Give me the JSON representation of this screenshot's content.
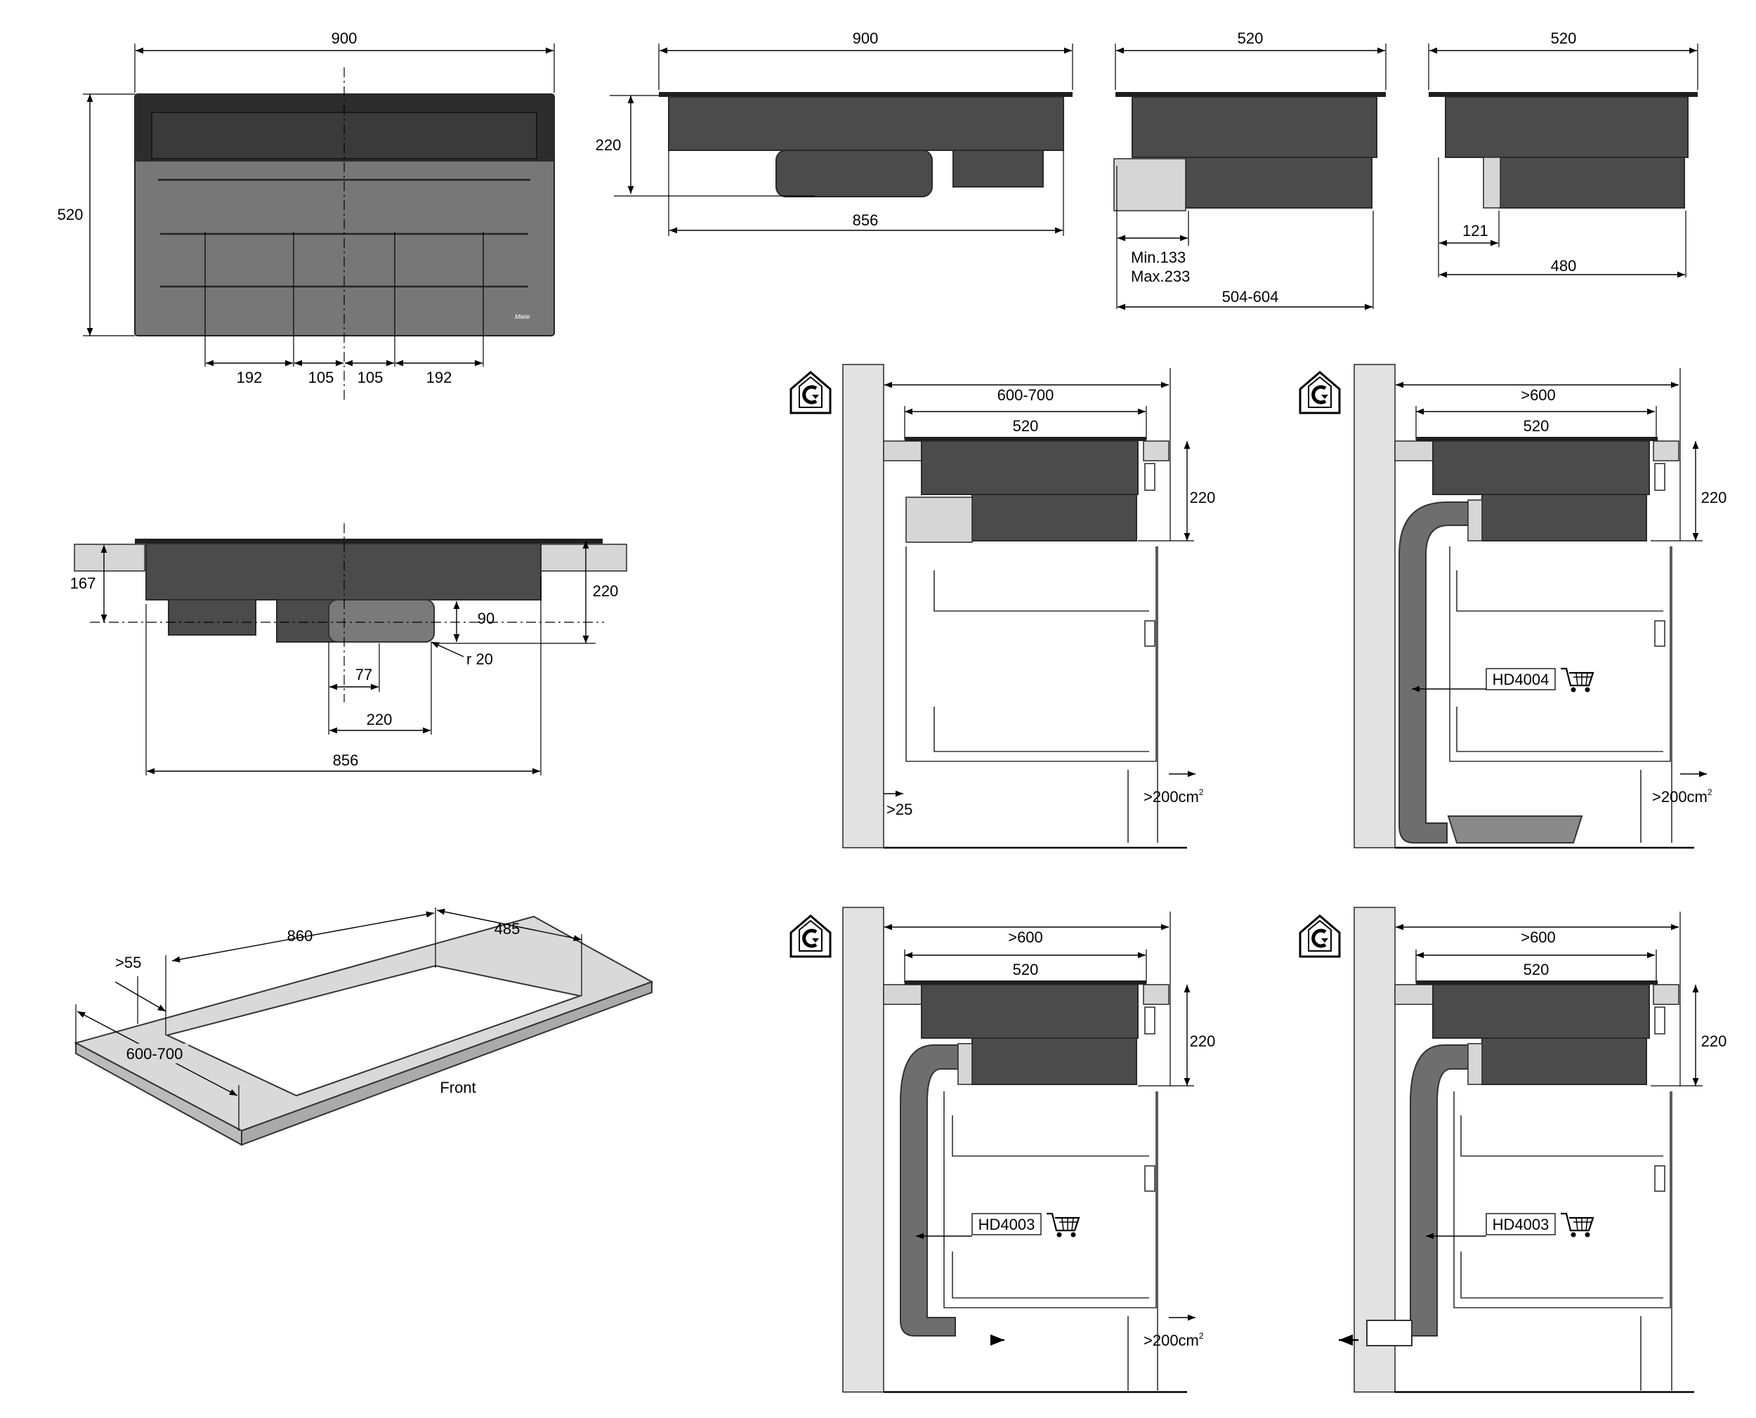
{
  "top_view": {
    "width": "900",
    "depth": "520",
    "zone_dims": [
      "192",
      "105",
      "105",
      "192"
    ],
    "brand": "Miele"
  },
  "front_elevation": {
    "width": "900",
    "height": "220",
    "bottom_width": "856"
  },
  "side_a": {
    "width": "520",
    "min": "Min.133",
    "max": "Max.233",
    "range": "504-604"
  },
  "side_b": {
    "width": "520",
    "offset": "121",
    "depth": "480"
  },
  "section": {
    "worktop": "167",
    "height": "220",
    "duct": "90",
    "radius": "r 20",
    "offset": "77",
    "duct_width": "220",
    "width": "856"
  },
  "cutout": {
    "length": "860",
    "depth": "485",
    "front_gap": ">55",
    "worktop": "600-700",
    "front": "Front"
  },
  "install_1": {
    "outer": "600-700",
    "hob": "520",
    "height": "220",
    "gap": ">25",
    "vent": ">200cm",
    "vent_sup": "2"
  },
  "install_2": {
    "outer": ">600",
    "hob": "520",
    "height": "220",
    "accessory": "HD4004",
    "vent": ">200cm",
    "vent_sup": "2"
  },
  "install_3": {
    "outer": ">600",
    "hob": "520",
    "height": "220",
    "accessory": "HD4003",
    "vent": ">200cm",
    "vent_sup": "2"
  },
  "install_4": {
    "outer": ">600",
    "hob": "520",
    "height": "220",
    "accessory": "HD4003"
  }
}
